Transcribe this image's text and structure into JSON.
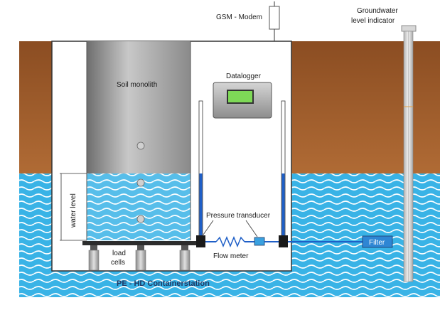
{
  "labels": {
    "gsm_modem": "GSM - Modem",
    "groundwater_indicator_line1": "Groundwater",
    "groundwater_indicator_line2": "level indicator",
    "soil_monolith": "Soil monolith",
    "datalogger": "Datalogger",
    "water_level": "water level",
    "pressure_transducer": "Pressure transducer",
    "load_cells_line1": "load",
    "load_cells_line2": "cells",
    "flow_meter": "Flow meter",
    "filter": "Filter",
    "container_station": "PE - HD Containerstation"
  },
  "colors": {
    "soil": "#9c5a2b",
    "water": "#39b3e6",
    "wave": "#ffffff",
    "container": "#ffffff",
    "pipe": "#1f5fc7",
    "title_text": "#1f3864"
  }
}
